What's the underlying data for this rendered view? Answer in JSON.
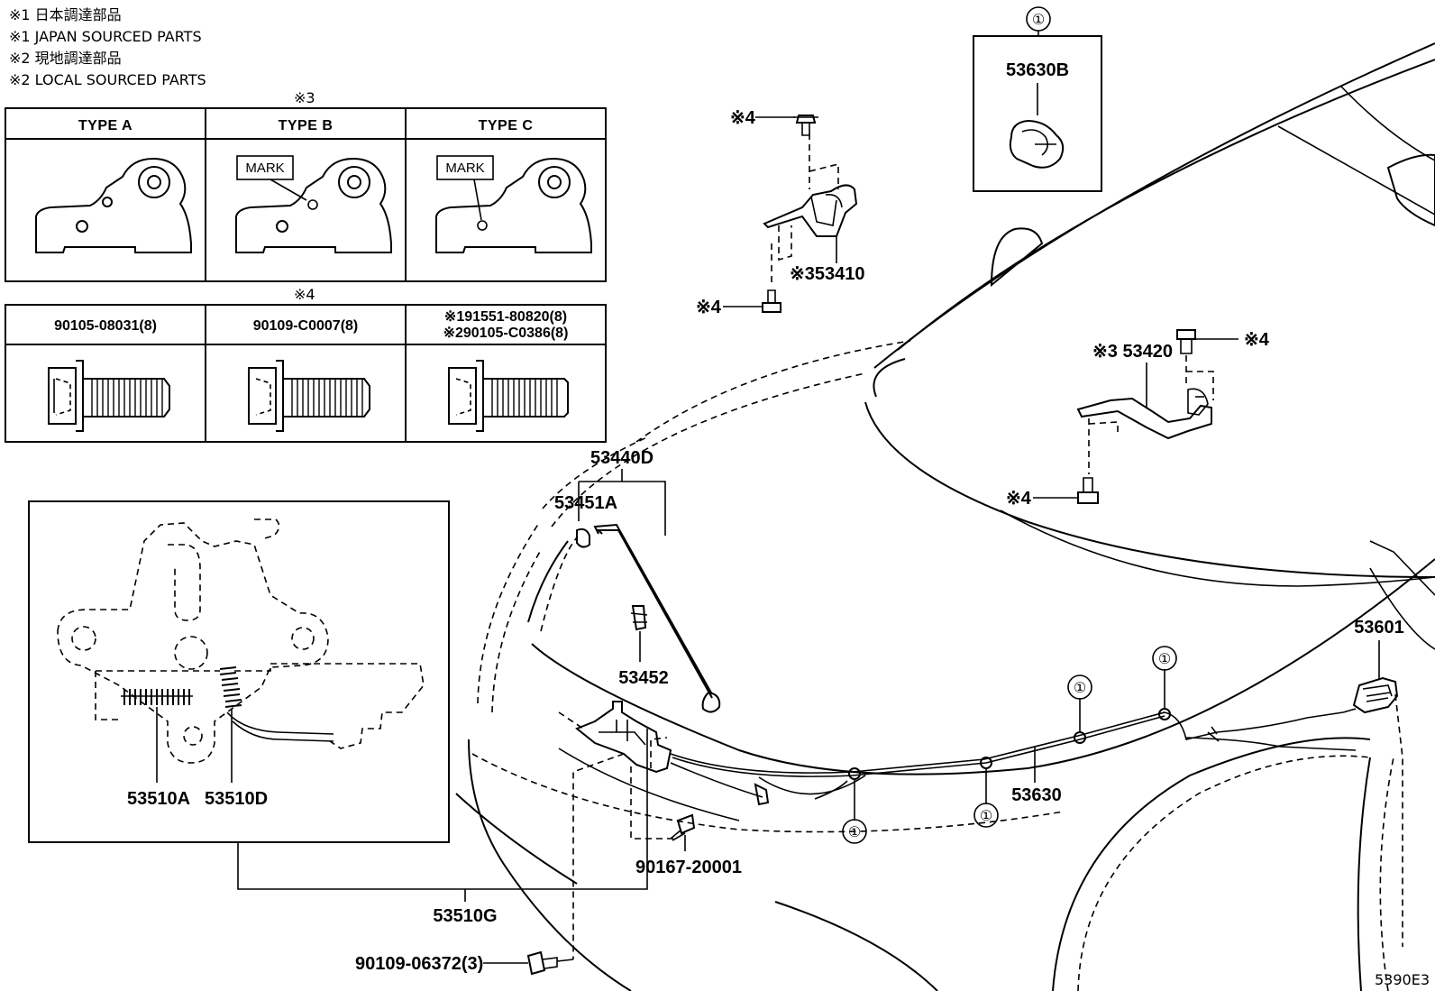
{
  "notes": [
    "※1 日本調達部品",
    "※1 JAPAN SOURCED PARTS",
    "※2 現地調達部品",
    "※2 LOCAL SOURCED PARTS"
  ],
  "type_table": {
    "note_mark": "※3",
    "headers": [
      "TYPE A",
      "TYPE B",
      "TYPE C"
    ],
    "mark_label": "MARK"
  },
  "bolt_table": {
    "note_mark": "※4",
    "cells": [
      [
        "90105-08031(8)"
      ],
      [
        "90109-C0007(8)"
      ],
      [
        "※191551-80820(8)",
        "※290105-C0386(8)"
      ]
    ]
  },
  "parts": {
    "p53630B": "53630B",
    "p53410": "※353410",
    "p53420": "※3 53420",
    "p53440D": "53440D",
    "p53451A": "53451A",
    "p53452": "53452",
    "p53601": "53601",
    "p53630": "53630",
    "p53510A": "53510A",
    "p53510D": "53510D",
    "p53510G": "53510G",
    "p90167": "90167-20001",
    "p90109": "90109-06372(3)",
    "star4": "※4",
    "circled_one": "①"
  },
  "figure_id": "5390E3"
}
